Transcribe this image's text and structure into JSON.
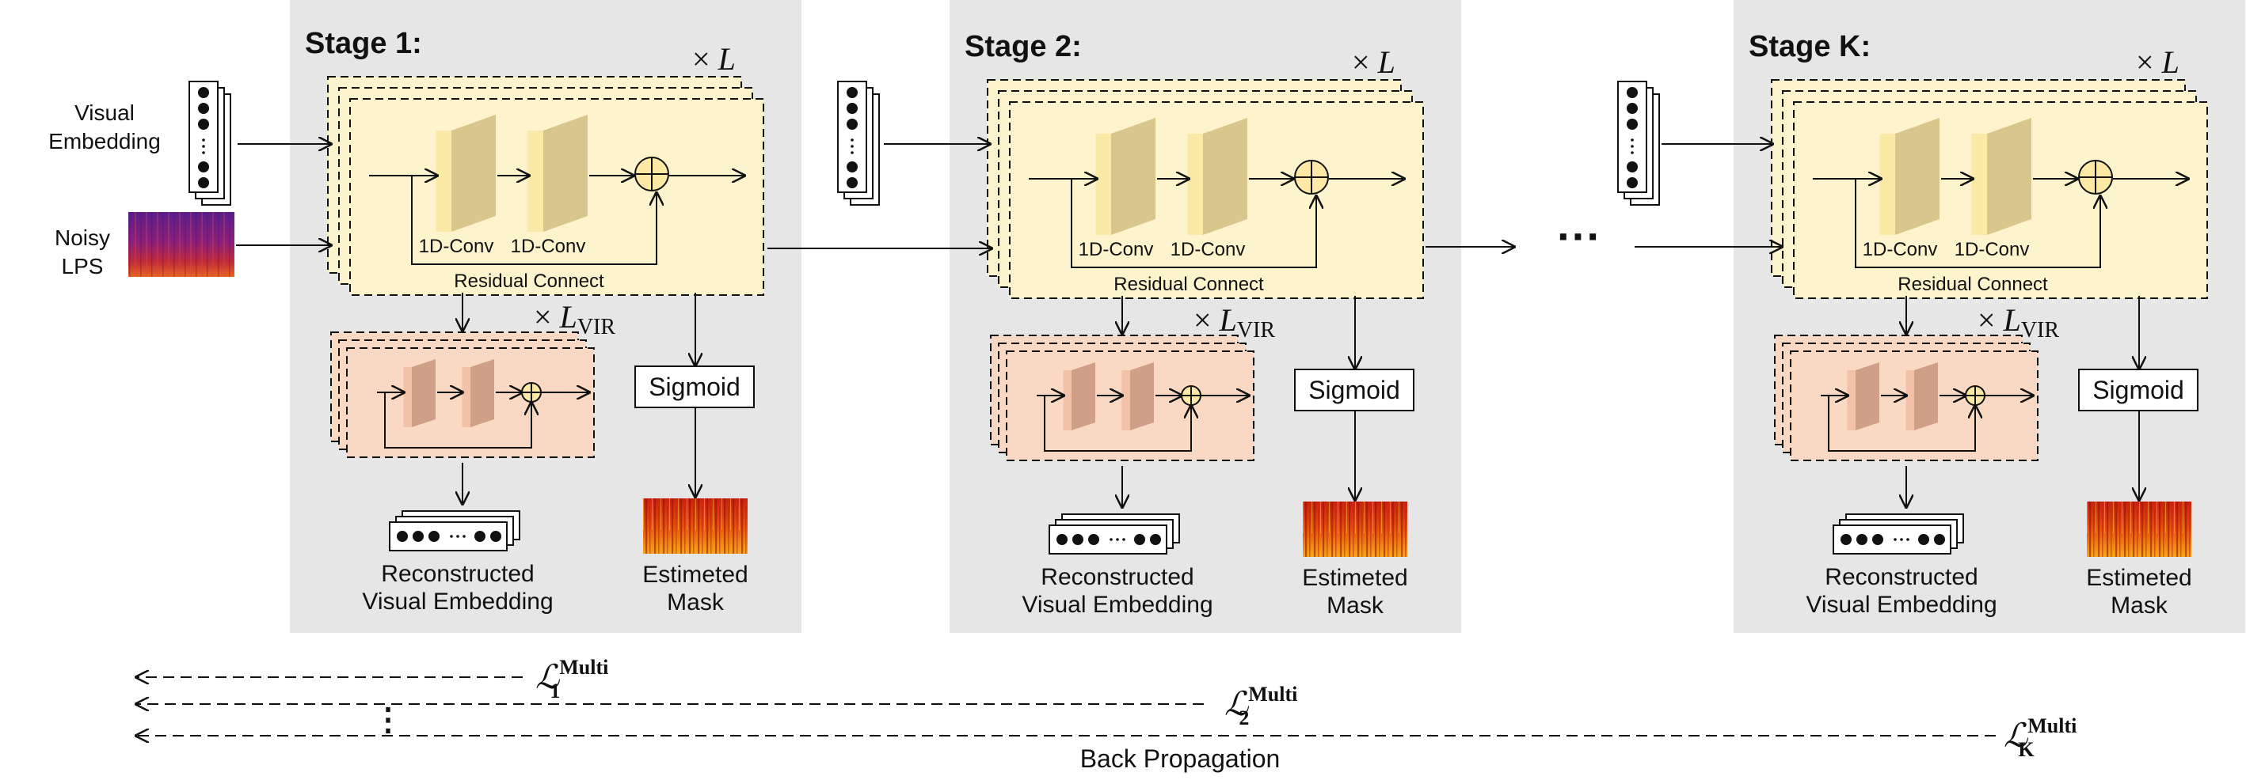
{
  "input": {
    "visual_label": [
      "Visual",
      "Embedding"
    ],
    "noisy_label": [
      "Noisy",
      "LPS"
    ]
  },
  "stages": [
    {
      "title": "Stage 1:",
      "repeat": "L",
      "conv1": "1D-Conv",
      "conv2": "1D-Conv",
      "residual": "Residual Connect",
      "vir_repeat": "L",
      "vir_sub": "VIR",
      "sigmoid": "Sigmoid",
      "recon": [
        "Reconstructed",
        "Visual Embedding"
      ],
      "mask": [
        "Estimeted",
        "Mask"
      ]
    },
    {
      "title": "Stage 2:",
      "repeat": "L",
      "conv1": "1D-Conv",
      "conv2": "1D-Conv",
      "residual": "Residual Connect",
      "vir_repeat": "L",
      "vir_sub": "VIR",
      "sigmoid": "Sigmoid",
      "recon": [
        "Reconstructed",
        "Visual Embedding"
      ],
      "mask": [
        "Estimeted",
        "Mask"
      ]
    },
    {
      "title": "Stage K:",
      "repeat": "L",
      "conv1": "1D-Conv",
      "conv2": "1D-Conv",
      "residual": "Residual Connect",
      "vir_repeat": "L",
      "vir_sub": "VIR",
      "sigmoid": "Sigmoid",
      "recon": [
        "Reconstructed",
        "Visual Embedding"
      ],
      "mask": [
        "Estimeted",
        "Mask"
      ]
    }
  ],
  "ellipsis": "···",
  "losses": [
    {
      "symbol": "ℒ",
      "sub": "1",
      "sup": "Multi"
    },
    {
      "symbol": "ℒ",
      "sub": "2",
      "sup": "Multi"
    },
    {
      "symbol": "ℒ",
      "sub": "K",
      "sup": "Multi"
    }
  ],
  "loss_dots": "⋮",
  "back_propagation": "Back Propagation",
  "colors": {
    "stage_bg": "#e6e6e6",
    "block_fill": "#fdf3cc",
    "vir_fill": "#f9d9c4",
    "conv_front": "#fbe9a6",
    "conv_side": "#d8c68c",
    "vir_conv_front": "#f3c0a8",
    "vir_conv_side": "#cf9f88",
    "adder_fill": "#fde9a6"
  }
}
